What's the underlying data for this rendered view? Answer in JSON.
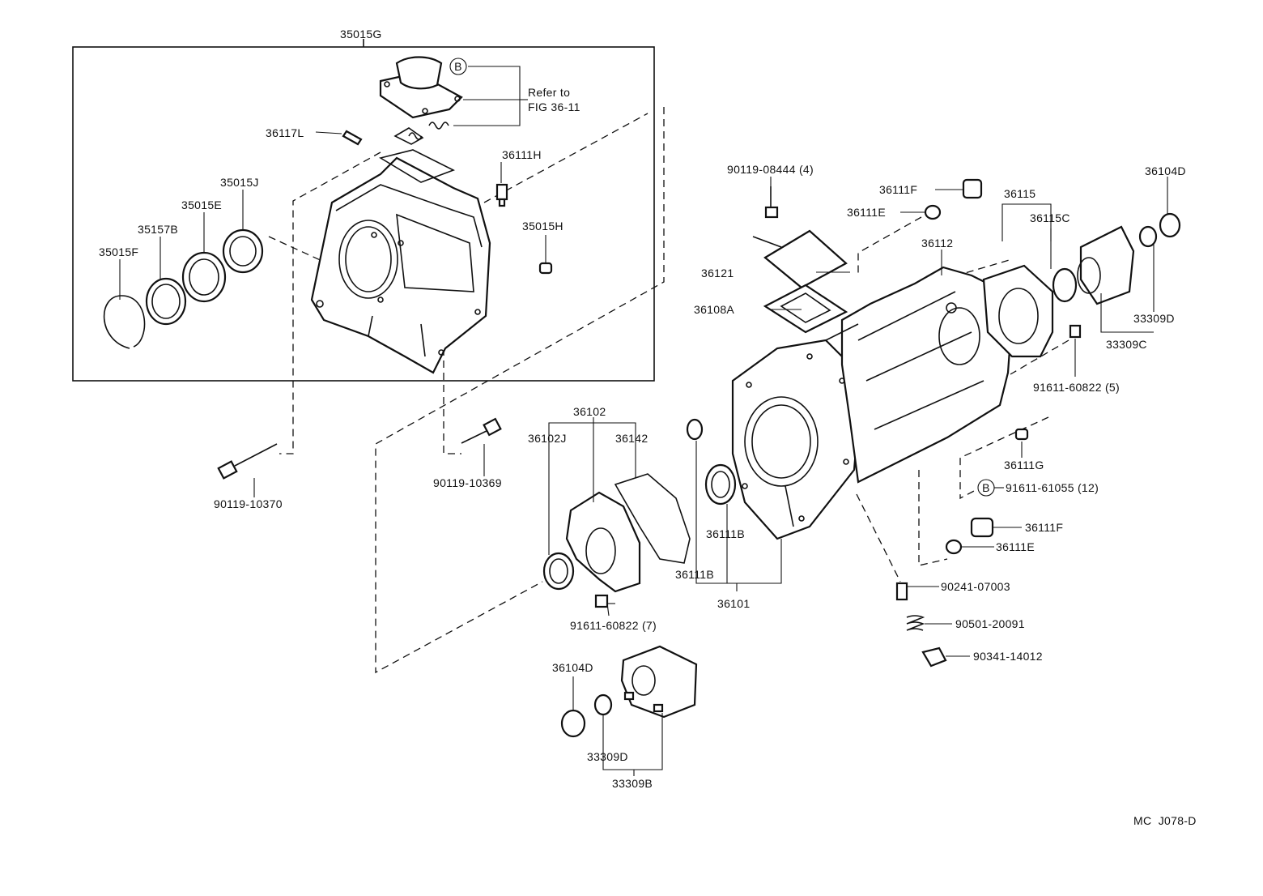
{
  "diagram": {
    "code": "MC  J078-D",
    "refer_to": [
      "Refer to",
      "FIG 36-11"
    ],
    "marker": "B",
    "labels": {
      "p35015G": "35015G",
      "p36117L": "36117L",
      "p36111H": "36111H",
      "p35015J": "35015J",
      "p35015E": "35015E",
      "p35157B": "35157B",
      "p35015F": "35015F",
      "p35015H": "35015H",
      "p90119_10370": "90119-10370",
      "p90119_10369": "90119-10369",
      "p90119_08444": "90119-08444 (4)",
      "p36121": "36121",
      "p36108A": "36108A",
      "p36111F_top": "36111F",
      "p36111E_top": "36111E",
      "p36112": "36112",
      "p36115": "36115",
      "p36115C": "36115C",
      "p36104D_top": "36104D",
      "p33309D_top": "33309D",
      "p33309C": "33309C",
      "p91611_60822_5": "91611-60822 (5)",
      "p36111G": "36111G",
      "p91611_61055": "91611-61055 (12)",
      "p36111F_bot": "36111F",
      "p36111E_bot": "36111E",
      "p90241_07003": "90241-07003",
      "p90501_20091": "90501-20091",
      "p90341_14012": "90341-14012",
      "p36102": "36102",
      "p36102J": "36102J",
      "p36142": "36142",
      "p36111B_a": "36111B",
      "p36111B_b": "36111B",
      "p36101": "36101",
      "p91611_60822_7": "91611-60822 (7)",
      "p36104D_bot": "36104D",
      "p33309D_bot": "33309D",
      "p33309B": "33309B"
    }
  }
}
